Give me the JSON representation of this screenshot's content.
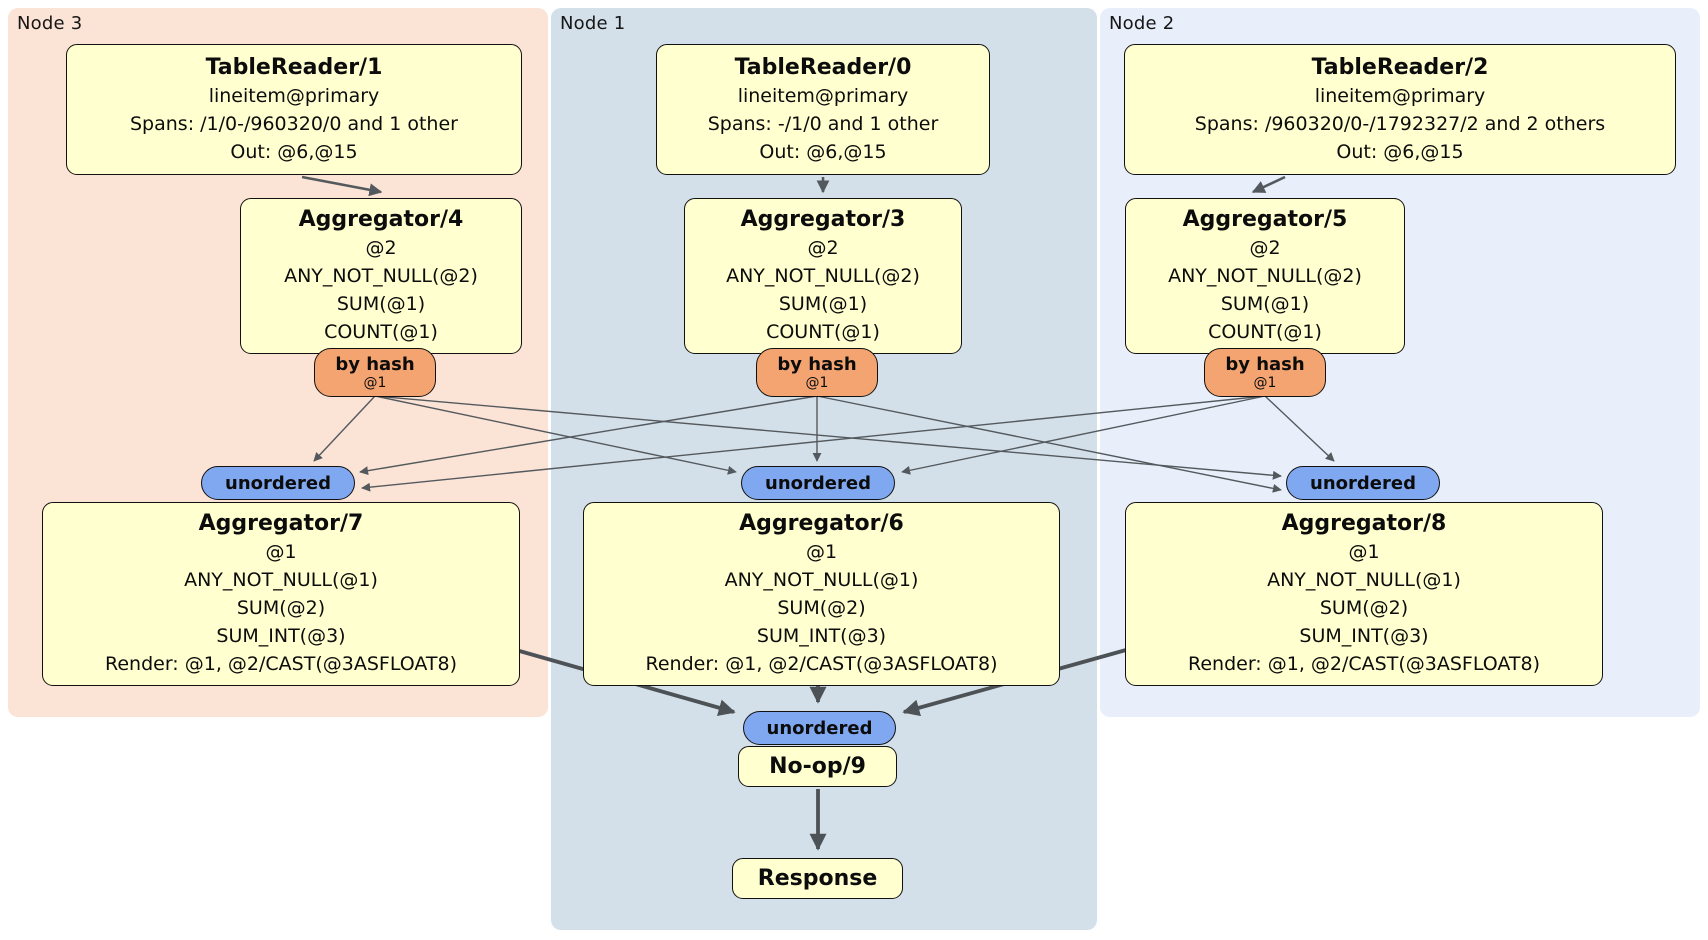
{
  "diagram": {
    "groups": [
      {
        "label": "Node 3"
      },
      {
        "label": "Node 1"
      },
      {
        "label": "Node 2"
      }
    ],
    "processors": {
      "tr1": {
        "title": "TableReader/1",
        "lines": [
          "lineitem@primary",
          "Spans: /1/0-/960320/0 and 1 other",
          "Out: @6,@15"
        ]
      },
      "tr0": {
        "title": "TableReader/0",
        "lines": [
          "lineitem@primary",
          "Spans: -/1/0 and 1 other",
          "Out: @6,@15"
        ]
      },
      "tr2": {
        "title": "TableReader/2",
        "lines": [
          "lineitem@primary",
          "Spans: /960320/0-/1792327/2 and 2 others",
          "Out: @6,@15"
        ]
      },
      "agg4": {
        "title": "Aggregator/4",
        "lines": [
          "@2",
          "ANY_NOT_NULL(@2)",
          "SUM(@1)",
          "COUNT(@1)"
        ]
      },
      "agg3": {
        "title": "Aggregator/3",
        "lines": [
          "@2",
          "ANY_NOT_NULL(@2)",
          "SUM(@1)",
          "COUNT(@1)"
        ]
      },
      "agg5": {
        "title": "Aggregator/5",
        "lines": [
          "@2",
          "ANY_NOT_NULL(@2)",
          "SUM(@1)",
          "COUNT(@1)"
        ]
      },
      "agg7": {
        "title": "Aggregator/7",
        "lines": [
          "@1",
          "ANY_NOT_NULL(@1)",
          "SUM(@2)",
          "SUM_INT(@3)",
          "Render: @1, @2/CAST(@3ASFLOAT8)"
        ]
      },
      "agg6": {
        "title": "Aggregator/6",
        "lines": [
          "@1",
          "ANY_NOT_NULL(@1)",
          "SUM(@2)",
          "SUM_INT(@3)",
          "Render: @1, @2/CAST(@3ASFLOAT8)"
        ]
      },
      "agg8": {
        "title": "Aggregator/8",
        "lines": [
          "@1",
          "ANY_NOT_NULL(@1)",
          "SUM(@2)",
          "SUM_INT(@3)",
          "Render: @1, @2/CAST(@3ASFLOAT8)"
        ]
      },
      "noop9": {
        "title": "No-op/9"
      },
      "response": {
        "title": "Response"
      }
    },
    "routers": [
      {
        "label": "by hash",
        "hash_key": "@1"
      },
      {
        "label": "by hash",
        "hash_key": "@1"
      },
      {
        "label": "by hash",
        "hash_key": "@1"
      }
    ],
    "syncs": [
      {
        "label": "unordered"
      },
      {
        "label": "unordered"
      },
      {
        "label": "unordered"
      },
      {
        "label": "unordered"
      }
    ],
    "colors": {
      "node3_bg": "#fbe3d6",
      "node1_bg": "#d3e0e9",
      "node2_bg": "#e8eefa",
      "processor_box_bg": "#ffffcf",
      "router_bg": "#f4a470",
      "sync_bg": "#80a8f0",
      "edge": "#54595d"
    }
  }
}
